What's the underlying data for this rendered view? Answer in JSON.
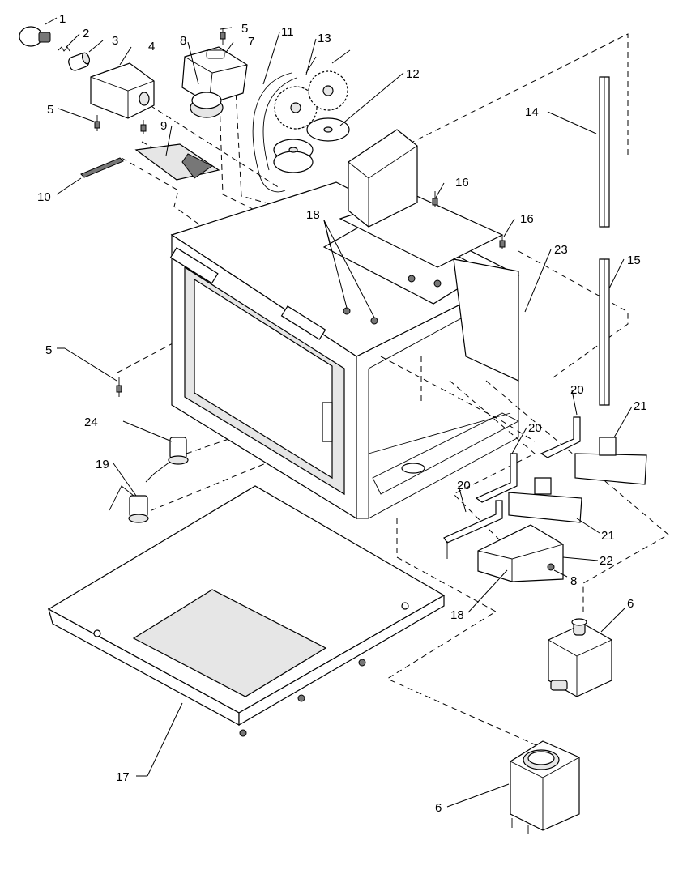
{
  "callouts": [
    {
      "id": "c1",
      "text": "1"
    },
    {
      "id": "c2",
      "text": "2"
    },
    {
      "id": "c3",
      "text": "3"
    },
    {
      "id": "c4",
      "text": "4"
    },
    {
      "id": "c5a",
      "text": "5"
    },
    {
      "id": "c5b",
      "text": "5"
    },
    {
      "id": "c5c",
      "text": "5"
    },
    {
      "id": "c6a",
      "text": "6"
    },
    {
      "id": "c6b",
      "text": "6"
    },
    {
      "id": "c7",
      "text": "7"
    },
    {
      "id": "c8a",
      "text": "8"
    },
    {
      "id": "c8b",
      "text": "8"
    },
    {
      "id": "c9",
      "text": "9"
    },
    {
      "id": "c10",
      "text": "10"
    },
    {
      "id": "c11",
      "text": "11"
    },
    {
      "id": "c12",
      "text": "12"
    },
    {
      "id": "c13",
      "text": "13"
    },
    {
      "id": "c14",
      "text": "14"
    },
    {
      "id": "c15",
      "text": "15"
    },
    {
      "id": "c16a",
      "text": "16"
    },
    {
      "id": "c16b",
      "text": "16"
    },
    {
      "id": "c17",
      "text": "17"
    },
    {
      "id": "c18a",
      "text": "18"
    },
    {
      "id": "c18b",
      "text": "18"
    },
    {
      "id": "c19",
      "text": "19"
    },
    {
      "id": "c20a",
      "text": "20"
    },
    {
      "id": "c20b",
      "text": "20"
    },
    {
      "id": "c20c",
      "text": "20"
    },
    {
      "id": "c21a",
      "text": "21"
    },
    {
      "id": "c21b",
      "text": "21"
    },
    {
      "id": "c22",
      "text": "22"
    },
    {
      "id": "c23",
      "text": "23"
    },
    {
      "id": "c24",
      "text": "24"
    }
  ]
}
